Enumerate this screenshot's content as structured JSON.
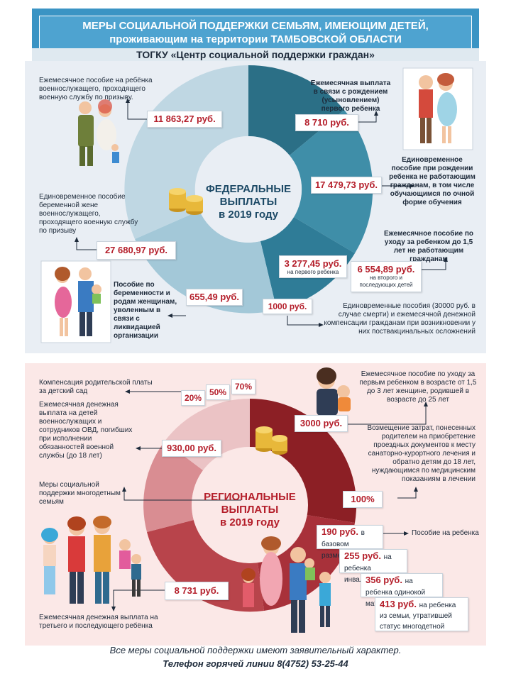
{
  "header": {
    "title_line1": "МЕРЫ СОЦИАЛЬНОЙ ПОДДЕРЖКИ СЕМЬЯМ, ИМЕЮЩИМ ДЕТЕЙ,",
    "title_line2": "проживающим на территории ТАМБОВСКОЙ ОБЛАСТИ",
    "subtitle": "ТОГКУ «Центр социальной поддержки граждан»"
  },
  "federal": {
    "title_line1": "ФЕДЕРАЛЬНЫЕ",
    "title_line2": "ВЫПЛАТЫ",
    "title_line3": "в 2019 году",
    "items": [
      {
        "label": "Ежемесячное пособие на ребёнка военнослужащего, проходящего военную службу по призыву.",
        "value": "11 863,27 руб."
      },
      {
        "label": "Ежемесячная выплата в связи с рождением (усыновлением) первого ребенка",
        "value": "8 710 руб."
      },
      {
        "label": "Единовременное пособие при рождении ребенка не работающим гражданам, в том числе обучающимся по очной форме обучения",
        "value": "17 479,73 руб."
      },
      {
        "label": "Единовременное пособие беременной жене военнослужащего, проходящего военную службу по призыву",
        "value": "27 680,97 руб."
      },
      {
        "label": "Ежемесячное пособие по уходу за ребенком до 1,5 лет не работающим гражданам",
        "value": "3 277,45 руб.",
        "note": "на первого ребенка"
      },
      {
        "label": "",
        "value": "6 554,89 руб.",
        "note": "на второго и последующих детей"
      },
      {
        "label": "Пособие по беременности и родам женщинам, уволенным в связи с ликвидацией организации",
        "value": "655,49 руб."
      },
      {
        "label": "Единовременные пособия (30000 руб. в случае смерти) и ежемесячной денежной компенсации гражданам при возникновении у них поствакцинальных осложнений",
        "value": "1000 руб."
      }
    ]
  },
  "regional": {
    "title_line1": "РЕГИОНАЛЬНЫЕ",
    "title_line2": "ВЫПЛАТЫ",
    "title_line3": "в 2019 году",
    "items": [
      {
        "label": "Компенсация родительской платы за детский сад",
        "values": [
          "20%",
          "50%",
          "70%"
        ]
      },
      {
        "label": "Ежемесячное пособие по уходу за первым ребенком в возрасте от 1,5 до 3 лет женщине, родившей в возрасте до 25 лет",
        "value": "3000 руб."
      },
      {
        "label": "Ежемесячная денежная выплата на детей военнослужащих и сотрудников ОВД, погибших при исполнении обязанностей военной службы (до 18 лет)",
        "value": "930,00 руб."
      },
      {
        "label": "Возмещение затрат, понесенных родителем на приобретение проездных документов к месту санаторно-курортного лечения и обратно детям до 18 лет, нуждающимся по медицинским показаниям в лечении",
        "value": "100%"
      },
      {
        "label": "Меры социальной поддержки многодетным семьям",
        "value": ""
      },
      {
        "label": "Пособие на ребенка",
        "value": "190 руб.",
        "note": "в базовом размере"
      },
      {
        "label": "",
        "value": "255 руб.",
        "note": "на ребенка инвалида"
      },
      {
        "label": "",
        "value": "356 руб.",
        "note": "на ребенка одинокой матери"
      },
      {
        "label": "",
        "value": "413 руб.",
        "note": "на ребенка из семьи, утратившей статус многодетной"
      },
      {
        "label": "Ежемесячная денежная выплата на третьего и последующего ребёнка",
        "value": "8 731 руб."
      }
    ]
  },
  "footer": {
    "note": "Все меры социальной поддержки имеют заявительный характер.",
    "hotline": "Телефон горячей линии 8(4752) 53-25-44"
  },
  "colors": {
    "federal_ring": [
      "#2b6f86",
      "#3f8ea8",
      "#6aaac2",
      "#94c3d6",
      "#b8d5e3"
    ],
    "regional_ring": [
      "#8c1f25",
      "#a8313a",
      "#c05a61",
      "#d98d92",
      "#ebc3c5"
    ],
    "value_text": "#b41e2a"
  }
}
